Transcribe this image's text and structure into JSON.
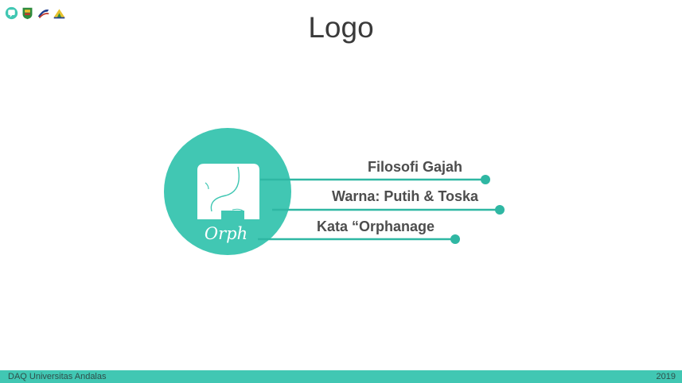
{
  "page": {
    "title": "Logo"
  },
  "logo": {
    "wordmark": "Orph",
    "circle_color": "#41c7b3",
    "mark_color": "#ffffff"
  },
  "points": [
    {
      "label": "Filosofi Gajah"
    },
    {
      "label": "Warna: Putih & Toska"
    },
    {
      "label": "Kata “Orphanage"
    }
  ],
  "accent_color": "#2fb7a3",
  "header_logos": [
    "chat-bubble-icon",
    "university-crest-icon",
    "swoosh-emblem-icon",
    "tent-emblem-icon"
  ],
  "footer": {
    "left": "DAQ Universitas Andalas",
    "right": "2019"
  }
}
